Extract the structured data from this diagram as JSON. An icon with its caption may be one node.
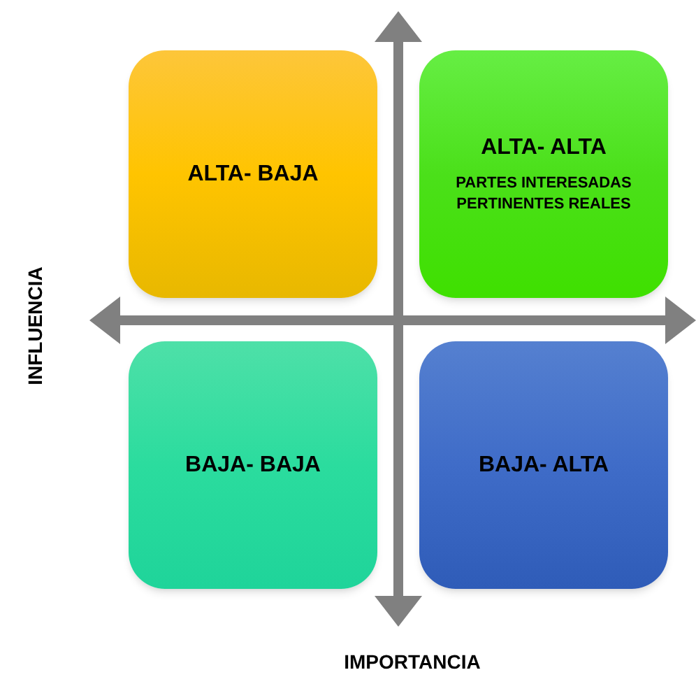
{
  "diagram": {
    "nodes": [
      {
        "text": [
          "ALTA- BAJA"
        ]
      },
      {
        "text": [
          "ALTA- ALTA",
          "PARTES INTERESADAS PERTINENTES REALES"
        ]
      },
      {
        "text": [
          "BAJA- BAJA"
        ]
      },
      {
        "text": [
          "BAJA- ALTA"
        ]
      }
    ],
    "labels": [
      "INFLUENCIA",
      "IMPORTANCIA"
    ]
  }
}
